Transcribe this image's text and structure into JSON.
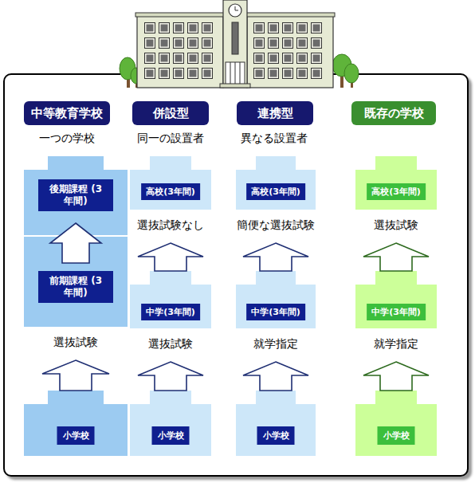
{
  "diagram": {
    "nodes": [
      {
        "text": [
          "中等教育学校"
        ]
      },
      {
        "text": [
          "併設型"
        ]
      },
      {
        "text": [
          "連携型"
        ]
      },
      {
        "text": [
          "既存の学校"
        ]
      },
      {
        "text": [
          "後期課程 (3年間)"
        ]
      },
      {
        "text": [
          "高校(3年間)"
        ]
      },
      {
        "text": [
          "高校(3年間)"
        ]
      },
      {
        "text": [
          "高校(3年間)"
        ]
      },
      {
        "text": [
          "前期課程 (3年間)"
        ]
      },
      {
        "text": [
          "中学(3年間)"
        ]
      },
      {
        "text": [
          "中学(3年間)"
        ]
      },
      {
        "text": [
          "中学(3年間)"
        ]
      },
      {
        "text": [
          "小学校"
        ]
      },
      {
        "text": [
          "小学校"
        ]
      },
      {
        "text": [
          "小学校"
        ]
      },
      {
        "text": [
          "小学校"
        ]
      }
    ],
    "edges": [
      {
        "from": 8,
        "to": 4,
        "arrow": "to"
      },
      {
        "from": 12,
        "to": 8,
        "label": "選抜試験",
        "arrow": "to"
      },
      {
        "from": 9,
        "to": 5,
        "label": "選抜試験なし",
        "arrow": "to"
      },
      {
        "from": 13,
        "to": 9,
        "label": "選抜試験",
        "arrow": "to"
      },
      {
        "from": 10,
        "to": 6,
        "label": "簡便な選抜試験",
        "arrow": "to"
      },
      {
        "from": 14,
        "to": 10,
        "label": "就学指定",
        "arrow": "to"
      },
      {
        "from": 11,
        "to": 7,
        "label": "選抜試験",
        "arrow": "to"
      },
      {
        "from": 15,
        "to": 11,
        "label": "就学指定",
        "arrow": "to"
      }
    ],
    "labels": [
      "一つの学校",
      "同一の設置者",
      "異なる設置者"
    ]
  }
}
